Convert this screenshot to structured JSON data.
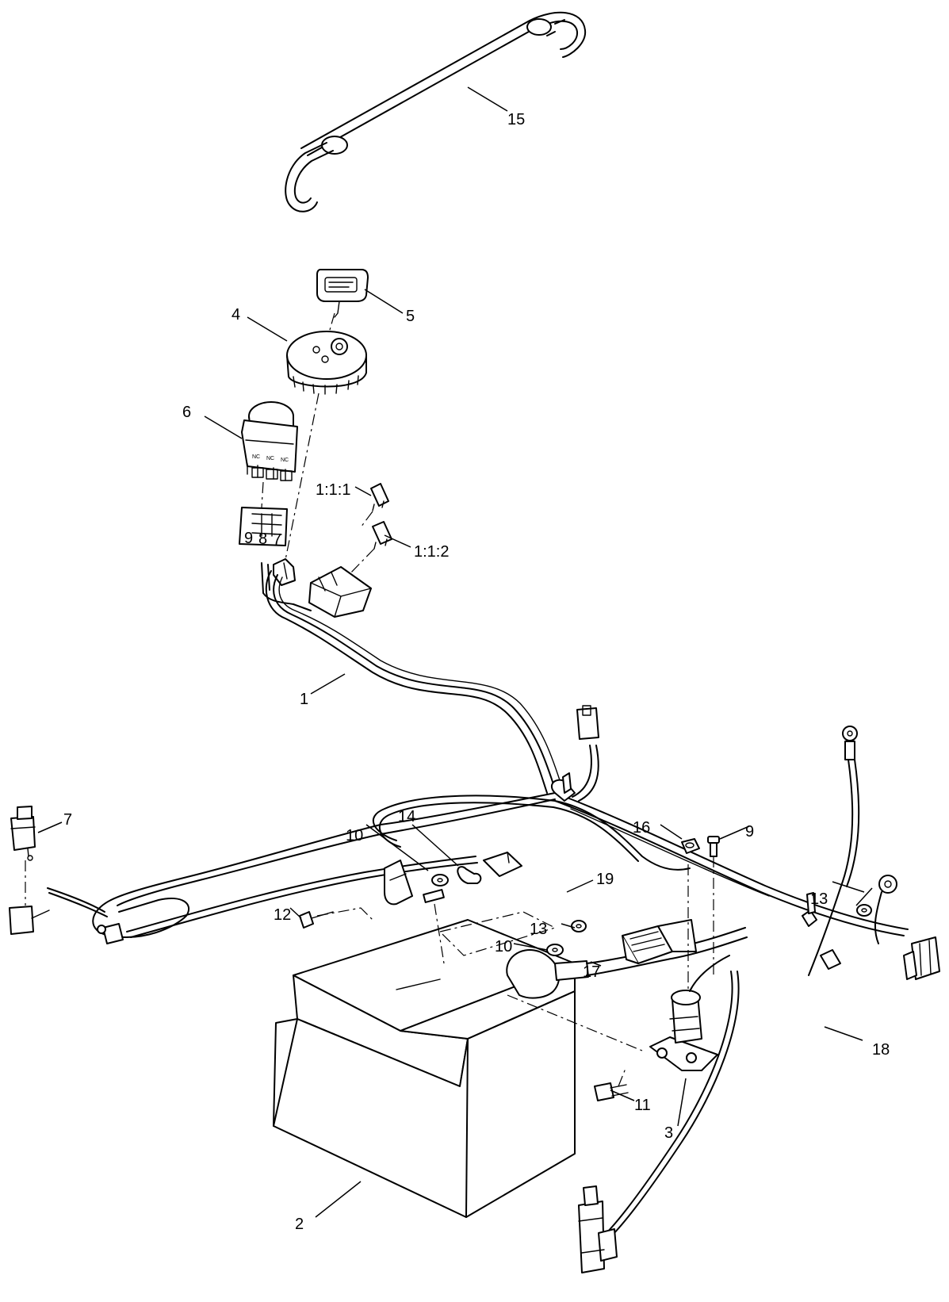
{
  "callouts": {
    "c15": "15",
    "c5": "5",
    "c4": "4",
    "c6": "6",
    "c111": "1:1:1",
    "c112": "1:1:2",
    "c1": "1",
    "c7": "7",
    "c10a": "10",
    "c14": "14",
    "c16": "16",
    "c9": "9",
    "c19": "19",
    "c12": "12",
    "c13a": "13",
    "c13b": "13",
    "c10b": "10",
    "c17": "17",
    "c18": "18",
    "c11": "11",
    "c3": "3",
    "c2": "2"
  },
  "switch_markings": {
    "nc1": "NC",
    "nc2": "NC",
    "nc3": "NC",
    "p9": "9",
    "p8": "8",
    "p7": "7"
  }
}
